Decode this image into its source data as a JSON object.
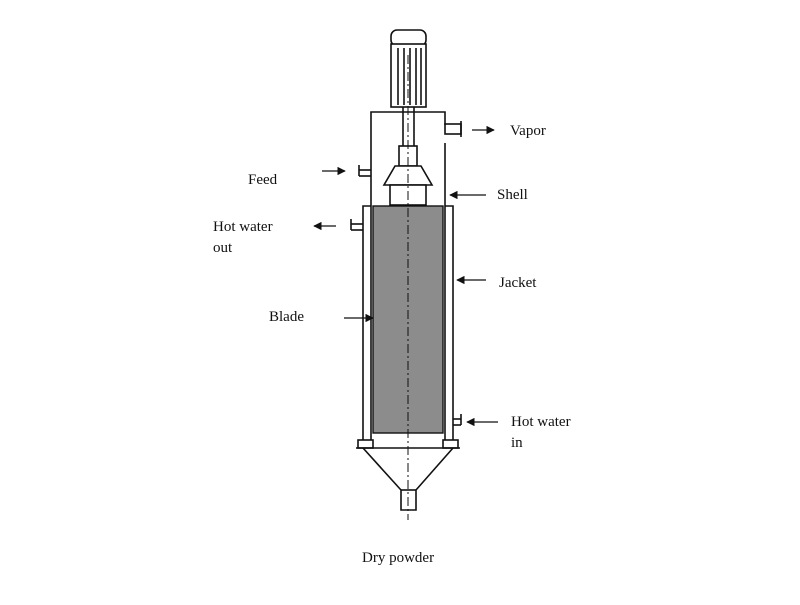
{
  "colors": {
    "line": "#111111",
    "core_fill": "#8c8c8c",
    "background": "#ffffff"
  },
  "labels": {
    "vapor": "Vapor",
    "feed": "Feed",
    "shell": "Shell",
    "hot_water_out_1": "Hot water",
    "hot_water_out_2": "out",
    "jacket": "Jacket",
    "blade": "Blade",
    "hot_water_in_1": "Hot water",
    "hot_water_in_2": "in",
    "dry_powder": "Dry powder"
  }
}
